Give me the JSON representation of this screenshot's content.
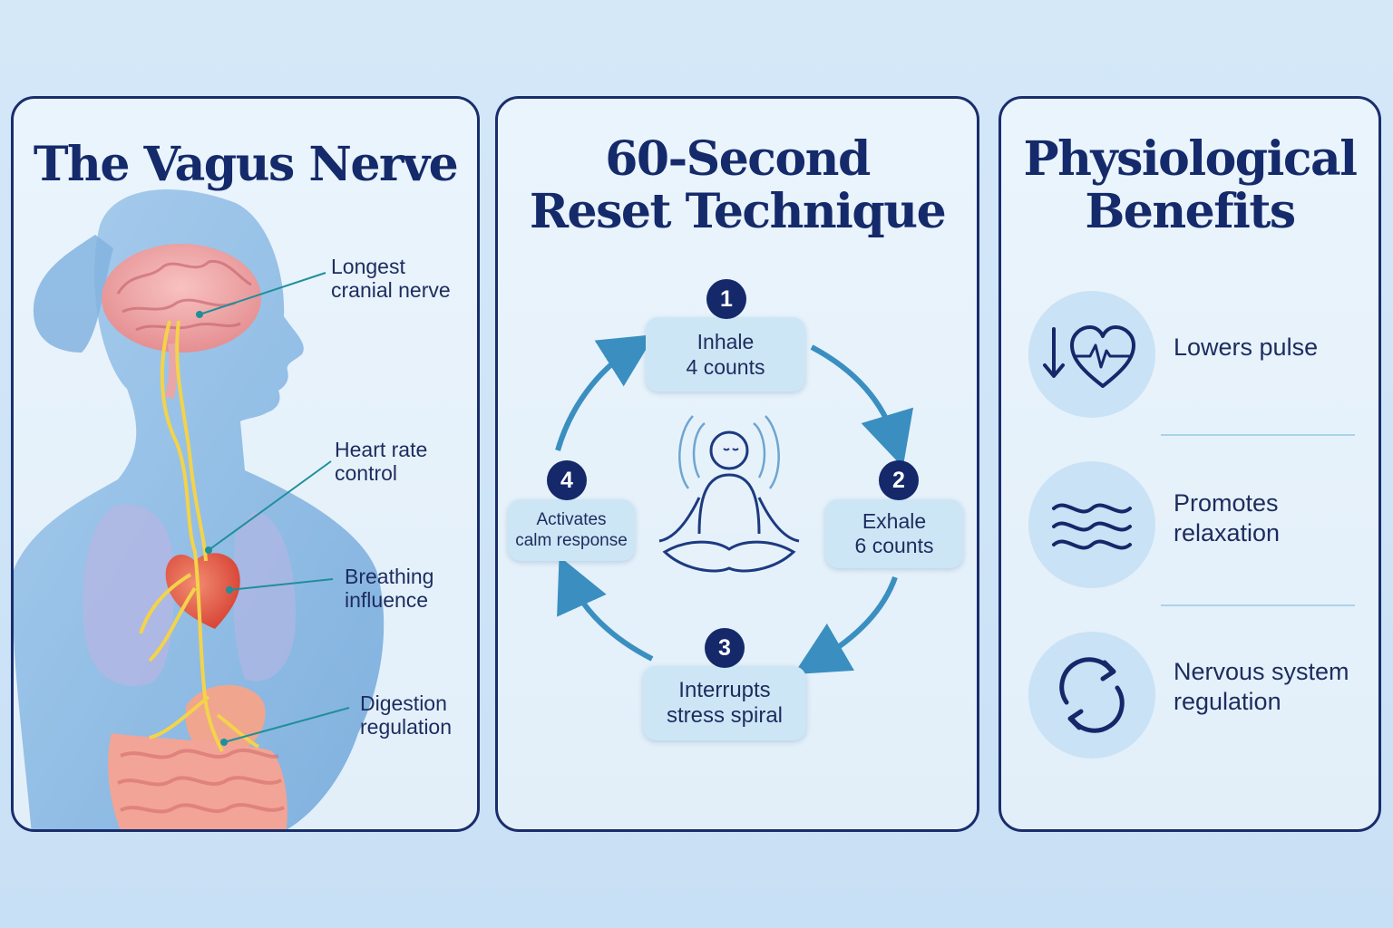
{
  "vagus_panel": {
    "title": "The Vagus Nerve",
    "labels": [
      "Longest\ncranial nerve",
      "Heart rate\ncontrol",
      "Breathing\ninfluence",
      "Digestion\nregulation"
    ]
  },
  "reset_panel": {
    "title": "60-Second\nReset Technique",
    "steps": [
      {
        "number": "1",
        "label": "Inhale\n4 counts"
      },
      {
        "number": "2",
        "label": "Exhale\n6 counts"
      },
      {
        "number": "3",
        "label": "Interrupts\nstress spiral"
      },
      {
        "number": "4",
        "label": "Activates\ncalm response"
      }
    ],
    "center_icon": "meditating-person-icon"
  },
  "benefits_panel": {
    "title": "Physiological\nBenefits",
    "items": [
      {
        "icon": "lower-heart-rate-icon",
        "label": "Lowers pulse"
      },
      {
        "icon": "waves-icon",
        "label": "Promotes\nrelaxation"
      },
      {
        "icon": "cycle-arrows-icon",
        "label": "Nervous system\nregulation"
      }
    ]
  },
  "colors": {
    "title": "#152a6a",
    "panel_border": "#1a2d6b",
    "badge": "#14286a",
    "arrow": "#3a8fc0",
    "nerve": "#f3d34a",
    "leader_line": "#1f8f9a"
  }
}
